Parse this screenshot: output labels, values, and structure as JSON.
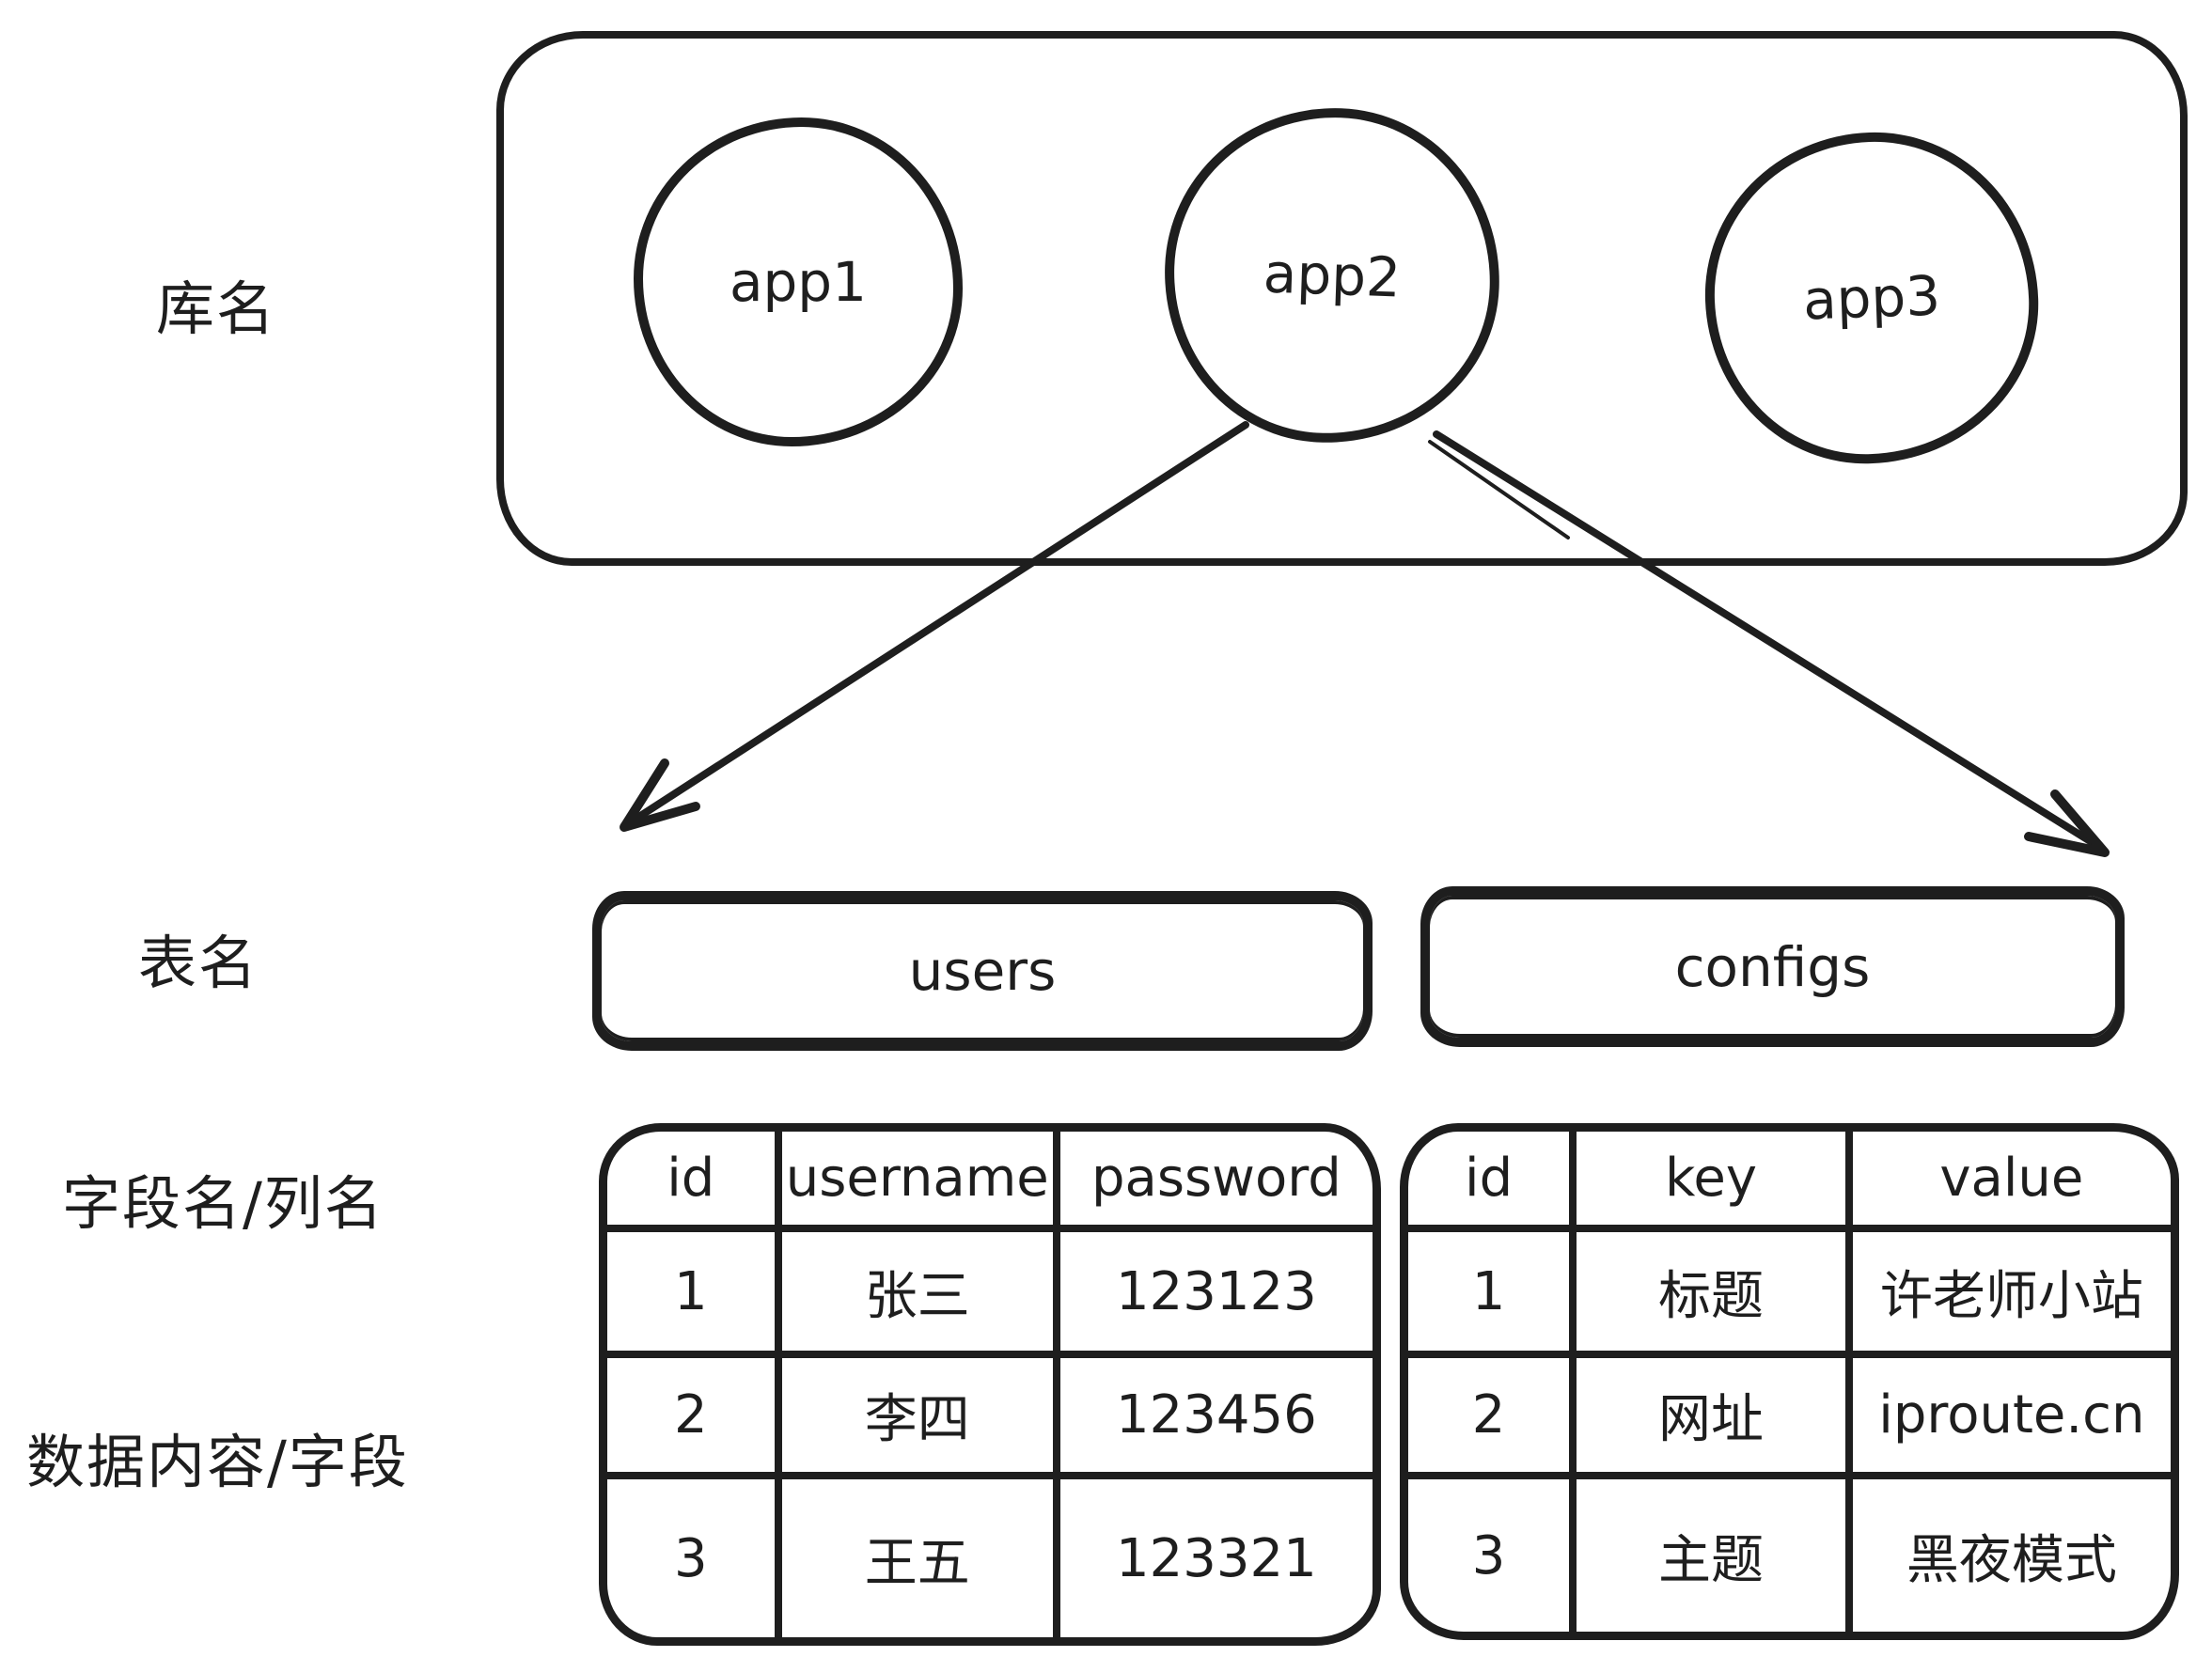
{
  "labels": {
    "database": "库名",
    "table": "表名",
    "columns": "字段名/列名",
    "data": "数据内容/字段"
  },
  "databases": [
    "app1",
    "app2",
    "app3"
  ],
  "tables": [
    {
      "name": "users",
      "headers": [
        "id",
        "username",
        "password"
      ],
      "rows": [
        [
          "1",
          "张三",
          "123123"
        ],
        [
          "2",
          "李四",
          "123456"
        ],
        [
          "3",
          "王五",
          "123321"
        ]
      ]
    },
    {
      "name": "configs",
      "headers": [
        "id",
        "key",
        "value"
      ],
      "rows": [
        [
          "1",
          "标题",
          "许老师小站"
        ],
        [
          "2",
          "网址",
          "iproute.cn"
        ],
        [
          "3",
          "主题",
          "黑夜模式"
        ]
      ]
    }
  ],
  "colors": {
    "stroke": "#1e1e1e",
    "background": "#ffffff"
  }
}
